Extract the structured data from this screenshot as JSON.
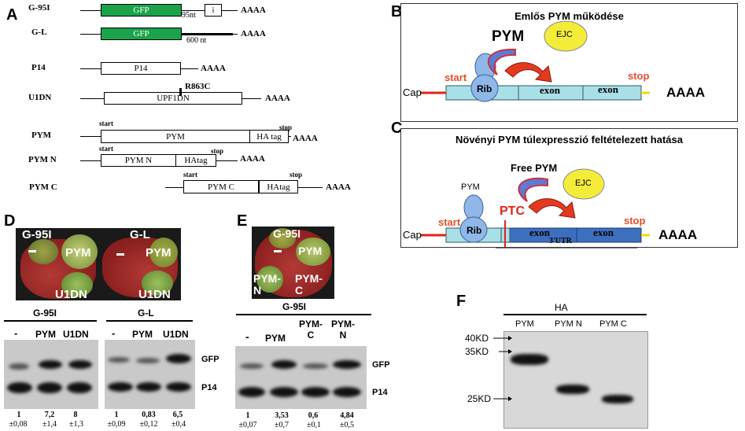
{
  "panel_letters": {
    "A": "A",
    "B": "B",
    "C": "C",
    "D": "D",
    "E": "E",
    "F": "F"
  },
  "panel_a": {
    "constructs": [
      {
        "label": "G-95I",
        "box": "GFP",
        "extra_box": "i",
        "sub": "95nt",
        "tail": "AAAA"
      },
      {
        "label": "G-L",
        "box": "GFP",
        "sub": "600 nt",
        "tail": "AAAA"
      },
      {
        "label": "P14",
        "box": "P14",
        "tail": "AAAA"
      },
      {
        "label": "U1DN",
        "box": "UPF1DN",
        "mutation": "R863C",
        "tail": "AAAA"
      },
      {
        "label": "PYM",
        "start": "start",
        "box": "PYM",
        "tag": "HA tag",
        "stop": "stop",
        "tail": "AAAA"
      },
      {
        "label": "PYM N",
        "start": "start",
        "box": "PYM N",
        "tag": "HAtag",
        "stop": "stop",
        "tail": "AAAA"
      },
      {
        "label": "PYM C",
        "start": "start",
        "box": "PYM C",
        "tag": "HAtag",
        "stop": "stop",
        "tail": "AAAA"
      }
    ],
    "colors": {
      "gfp": "#1aa34a"
    }
  },
  "panel_b": {
    "title": "Emlős PYM működése",
    "pym": "PYM",
    "ejc": "EJC",
    "rib": "Rib",
    "cap": "Cap",
    "start": "start",
    "stop": "stop",
    "exon1": "exon",
    "exon2": "exon",
    "polya": "AAAA"
  },
  "panel_c": {
    "title": "Növényi PYM túlexpresszió feltételezett hatása",
    "free_pym": "Free PYM",
    "pym": "PYM",
    "ejc": "EJC",
    "rib": "Rib",
    "ptc": "PTC",
    "cap": "Cap",
    "start": "start",
    "stop": "stop",
    "exon1": "exon",
    "exon2": "exon",
    "polya": "AAAA",
    "utr": "3'UTR"
  },
  "panel_d": {
    "leaf1": {
      "reporter": "G-95I",
      "right": "PYM",
      "bottom": "U1DN",
      "dash": "-"
    },
    "leaf2": {
      "reporter": "G-L",
      "right": "PYM",
      "bottom": "U1DN",
      "dash": "-"
    },
    "group1": "G-95I",
    "group2": "G-L",
    "lanes1": [
      "-",
      "PYM",
      "U1DN"
    ],
    "lanes2": [
      "-",
      "PYM",
      "U1DN"
    ],
    "band_gfp": "GFP",
    "band_p14": "P14",
    "quant1": [
      {
        "v": "1",
        "e": "±0,08"
      },
      {
        "v": "7,2",
        "e": "±1,4"
      },
      {
        "v": "8",
        "e": "±1,3"
      }
    ],
    "quant2": [
      {
        "v": "1",
        "e": "±0,09"
      },
      {
        "v": "0,83",
        "e": "±0,12"
      },
      {
        "v": "6,5",
        "e": "±0,4"
      }
    ]
  },
  "panel_e": {
    "leaf": {
      "reporter": "G-95I",
      "right": "PYM",
      "left_bottom": "PYM-\nN",
      "right_bottom": "PYM-\nC",
      "dash": "-"
    },
    "group": "G-95I",
    "lanes": [
      "-",
      "PYM",
      "PYM-\nC",
      "PYM-\nN"
    ],
    "band_gfp": "GFP",
    "band_p14": "P14",
    "quant": [
      {
        "v": "1",
        "e": "±0,07"
      },
      {
        "v": "3,53",
        "e": "±0,7"
      },
      {
        "v": "0,6",
        "e": "±0,1"
      },
      {
        "v": "4,84",
        "e": "±0,5"
      }
    ]
  },
  "panel_f": {
    "antibody": "HA",
    "lanes": [
      "PYM",
      "PYM N",
      "PYM C"
    ],
    "markers": [
      "40KD",
      "35KD",
      "25KD"
    ]
  }
}
